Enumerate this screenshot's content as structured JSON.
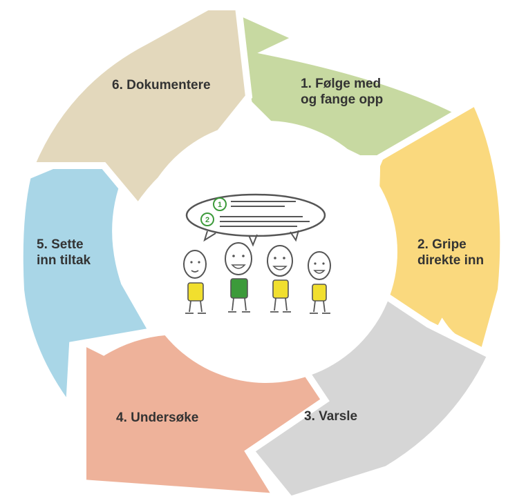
{
  "steps": [
    {
      "lines": [
        "1. Følge med",
        "og fange opp"
      ],
      "color": "#c7d9a1"
    },
    {
      "lines": [
        "2. Gripe",
        "direkte inn"
      ],
      "color": "#fad97e"
    },
    {
      "lines": [
        "3. Varsle"
      ],
      "color": "#d6d6d6"
    },
    {
      "lines": [
        "4. Undersøke"
      ],
      "color": "#eeb29a"
    },
    {
      "lines": [
        "5. Sette",
        "inn tiltak"
      ],
      "color": "#a9d6e7"
    },
    {
      "lines": [
        "6. Dokumentere"
      ],
      "color": "#e3d8bc"
    }
  ],
  "center": {
    "illustration": "children-with-speech-bubble",
    "bubble_markers": [
      "1",
      "2"
    ],
    "shirt_color": "#f1df2e",
    "accent_shirt_color": "#3c9a3a"
  }
}
